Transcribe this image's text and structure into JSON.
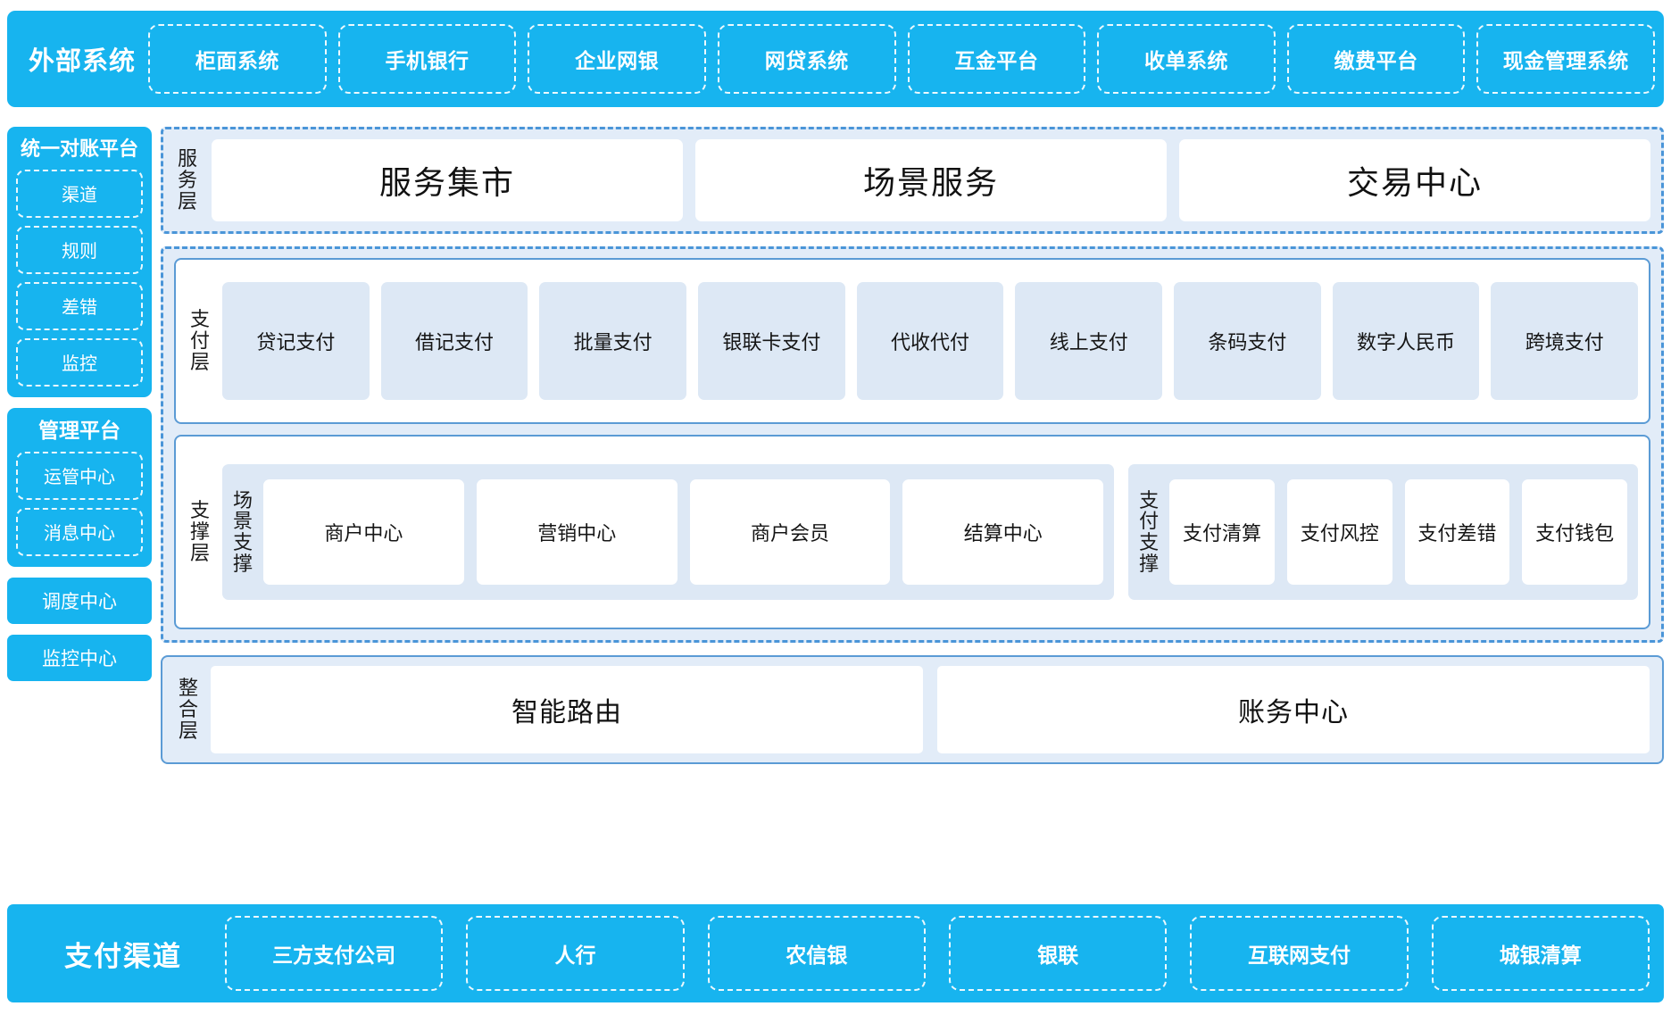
{
  "external_systems": {
    "title": "外部系统",
    "items": [
      "柜面系统",
      "手机银行",
      "企业网银",
      "网贷系统",
      "互金平台",
      "收单系统",
      "缴费平台",
      "现金管理系统"
    ]
  },
  "left_column": {
    "reconciliation_platform": {
      "title": "统一对账平台",
      "items": [
        "渠道",
        "规则",
        "差错",
        "监控"
      ]
    },
    "management_platform": {
      "title": "管理平台",
      "items": [
        "运管中心",
        "消息中心"
      ]
    },
    "standalone": [
      "调度中心",
      "监控中心"
    ]
  },
  "service_layer": {
    "label": "服务层",
    "label_chars": [
      "服",
      "务",
      "层"
    ],
    "items": [
      "服务集市",
      "场景服务",
      "交易中心"
    ]
  },
  "payment_layer": {
    "label": "支付层",
    "label_chars": [
      "支",
      "付",
      "层"
    ],
    "items": [
      "贷记支付",
      "借记支付",
      "批量支付",
      "银联卡支付",
      "代收代付",
      "线上支付",
      "条码支付",
      "数字人民币",
      "跨境支付"
    ]
  },
  "support_layer": {
    "label": "支撑层",
    "label_chars": [
      "支",
      "撑",
      "层"
    ],
    "groups": [
      {
        "label": "场景支撑",
        "label_chars": [
          "场",
          "景",
          "支",
          "撑"
        ],
        "items": [
          "商户中心",
          "营销中心",
          "商户会员",
          "结算中心"
        ]
      },
      {
        "label": "支付支撑",
        "label_chars": [
          "支",
          "付",
          "支",
          "撑"
        ],
        "items": [
          "支付清算",
          "支付风控",
          "支付差错",
          "支付钱包"
        ]
      }
    ]
  },
  "integration_layer": {
    "label": "整合层",
    "label_chars": [
      "整",
      "合",
      "层"
    ],
    "items": [
      "智能路由",
      "账务中心"
    ]
  },
  "payment_channels": {
    "title": "支付渠道",
    "items": [
      "三方支付公司",
      "人行",
      "农信银",
      "银联",
      "互联网支付",
      "城银清算"
    ]
  },
  "colors": {
    "brand_blue": "#17b4ef",
    "panel_fill": "#e2ecf8",
    "card_fill": "#dde8f5",
    "border_blue": "#5b9bd5",
    "dash_blue": "#4a95d8",
    "white": "#ffffff"
  }
}
